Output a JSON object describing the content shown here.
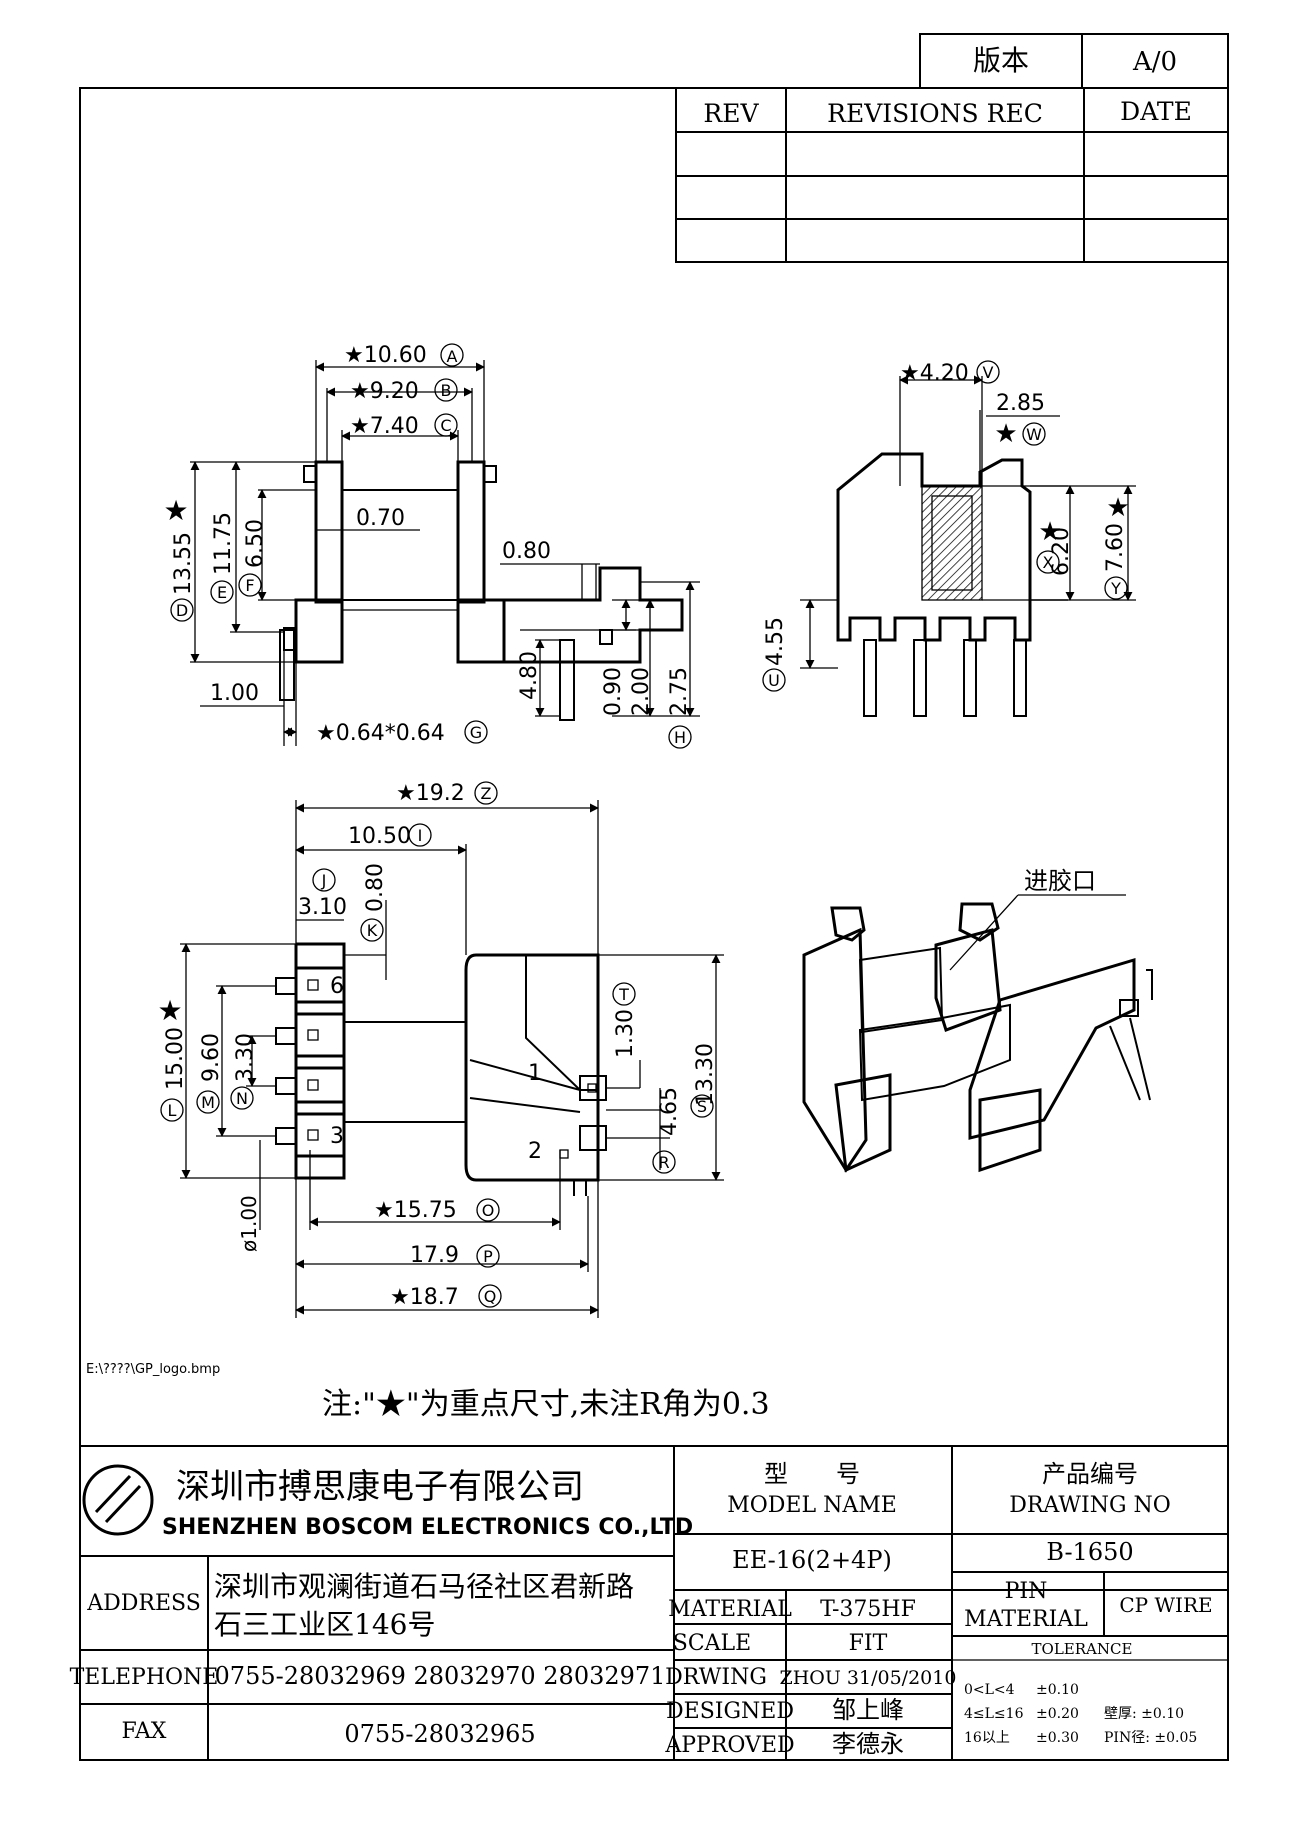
{
  "header": {
    "version_label": "版本",
    "version_value": "A/0",
    "rev_label": "REV",
    "revisions_label": "REVISIONS REC",
    "date_label": "DATE"
  },
  "dims": {
    "A": "★10.60",
    "A_mark": "A",
    "B": "★9.20",
    "B_mark": "B",
    "C": "★7.40",
    "C_mark": "C",
    "D": "13.55",
    "D_mark": "D",
    "D_star": "★",
    "E": "11.75",
    "E_mark": "E",
    "F": "6.50",
    "F_mark": "F",
    "d070": "0.70",
    "d080a": "0.80",
    "d100": "1.00",
    "G": "★0.64*0.64",
    "G_mark": "G",
    "d480": "4.80",
    "d090": "0.90",
    "d200": "2.00",
    "H": "2.75",
    "H_mark": "H",
    "V": "★4.20",
    "V_mark": "V",
    "d285": "2.85",
    "W": "★",
    "W_mark": "W",
    "X": "6.20",
    "X_mark": "X",
    "X_star": "★",
    "Y": "7.60",
    "Y_mark": "Y",
    "Y_star": "★",
    "U": "4.55",
    "U_mark": "U",
    "Z": "★19.2",
    "Z_mark": "Z",
    "I": "10.50",
    "I_mark": "I",
    "J_mark": "J",
    "d310": "3.10",
    "K": "0.80",
    "K_mark": "K",
    "L": "15.00",
    "L_mark": "L",
    "L_star": "★",
    "M": "9.60",
    "M_mark": "M",
    "N": "3.30",
    "N_mark": "N",
    "d100b": "ø1.00",
    "T": "1.30",
    "T_mark": "T",
    "S": "13.30",
    "S_mark": "S",
    "R": "4.65",
    "R_mark": "R",
    "O": "★15.75",
    "O_mark": "O",
    "P": "17.9",
    "P_mark": "P",
    "Q": "★18.7",
    "Q_mark": "Q",
    "pin6": "6",
    "pin3": "3",
    "pin1": "1",
    "pin2": "2"
  },
  "iso_label": "进胶口",
  "logo_path_text": "E:\\????\\GP_logo.bmp",
  "note": "注:\"★\"为重点尺寸,未注R角为0.3",
  "title_block": {
    "company_cn": "深圳市搏思康电子有限公司",
    "company_en": "SHENZHEN BOSCOM ELECTRONICS CO.,LTD",
    "model_cn": "型　　号",
    "model_en": "MODEL NAME",
    "model_value": "EE-16(2+4P)",
    "drawing_cn": "产品编号",
    "drawing_en": "DRAWING NO",
    "drawing_value": "B-1650",
    "address_label": "ADDRESS",
    "address_line1": "深圳市观澜街道石马径社区君新路",
    "address_line2": "石三工业区146号",
    "telephone_label": "TELEPHONE",
    "telephone_value": "0755-28032969 28032970 28032971",
    "fax_label": "FAX",
    "fax_value": "0755-28032965",
    "material_label": "MATERIAL",
    "material_value": "T-375HF",
    "scale_label": "SCALE",
    "scale_value": "FIT",
    "drawing_label": "DRWING",
    "drawing_date": "ZHOU 31/05/2010",
    "designed_label": "DESIGNED",
    "designed_value": "邹上峰",
    "approved_label": "APPROVED",
    "approved_value": "李德永",
    "pin_label": "PIN",
    "pin_material_label": "MATERIAL",
    "pin_material_value": "CP WIRE",
    "tolerance_label": "TOLERANCE",
    "tol_row1_range": "0<L<4",
    "tol_row1_value": "±0.10",
    "tol_row2_range": "4≤L≤16",
    "tol_row2_value": "±0.20",
    "tol_row2_extra": "壁厚:  ±0.10",
    "tol_row3_range": "16以上",
    "tol_row3_value": "±0.30",
    "tol_row3_extra": "PIN径: ±0.05"
  }
}
